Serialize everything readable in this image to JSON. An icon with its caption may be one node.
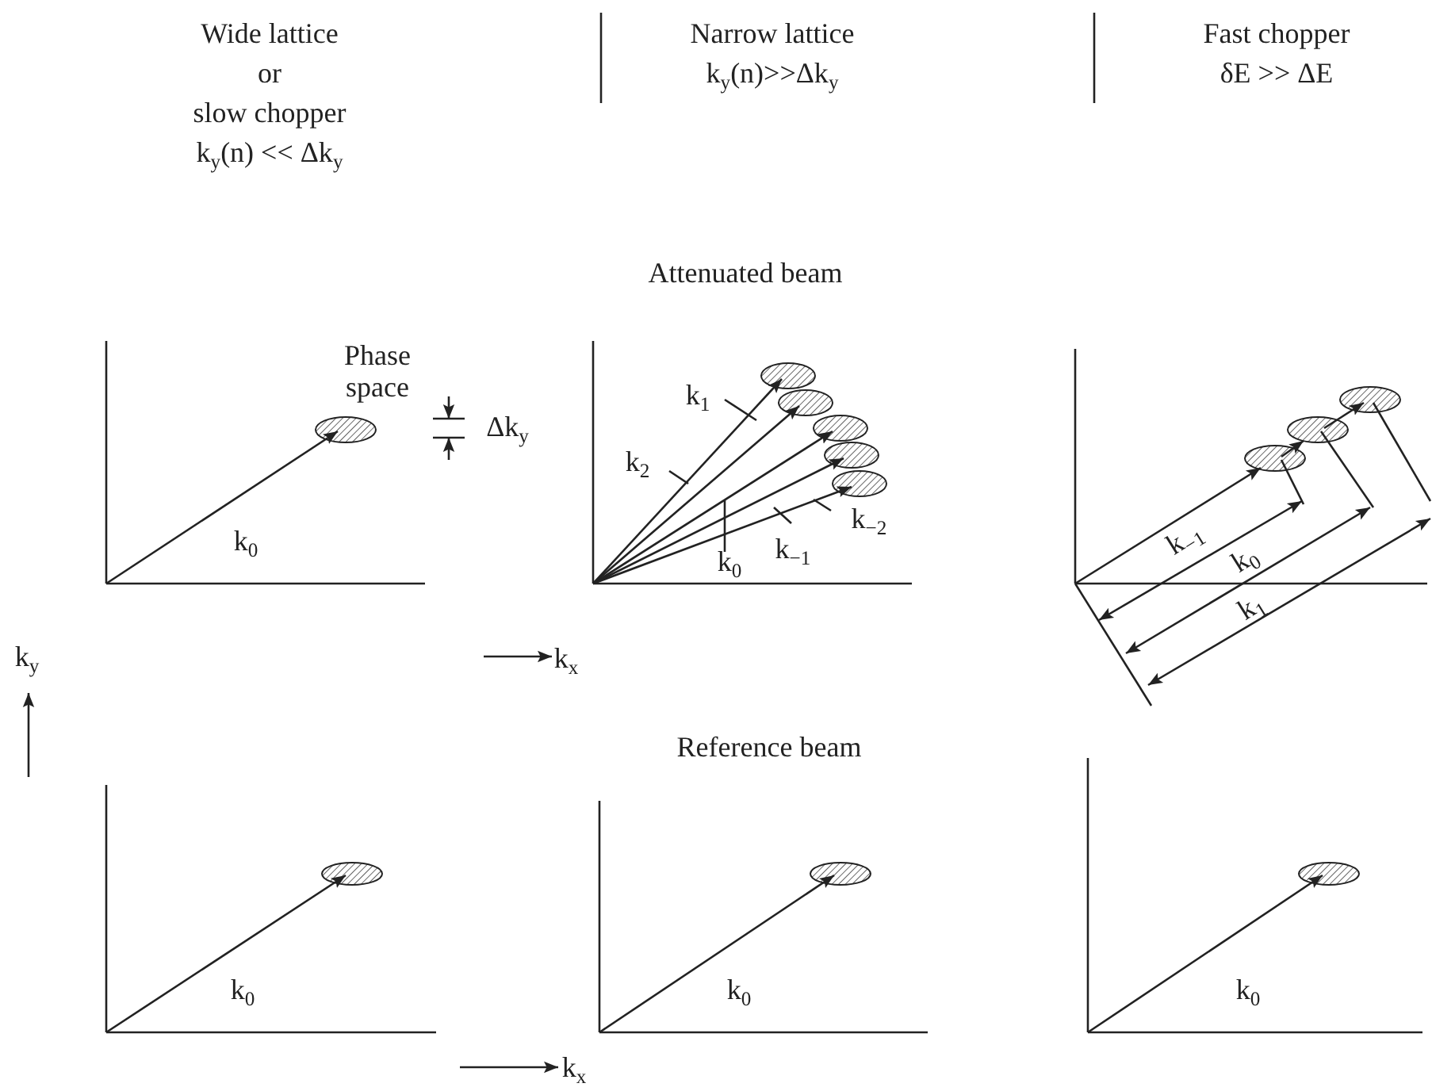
{
  "diagram": {
    "labels": [
      "Wide lattice",
      "or",
      "slow chopper",
      "k$_{y}$(n) << Δk$_{y}$",
      "Narrow lattice",
      "k$_{y}$(n)>>Δk$_{y}$",
      "Fast chopper",
      "δE >> ΔE",
      "Attenuated beam",
      "Phase space",
      "Δk$_{y}$",
      "k$_{0}$",
      "k$_{1}$",
      "k$_{2}$",
      "k$_{0}$",
      "k$_{−1}$",
      "k$_{−2}$",
      "k$_{−1}$",
      "k$_{0}$",
      "k$_{1}$",
      "k$_{y}$",
      "k$_{x}$",
      "Reference beam",
      "k$_{0}$",
      "k$_{0}$",
      "k$_{0}$",
      "k$_{x}$"
    ]
  }
}
